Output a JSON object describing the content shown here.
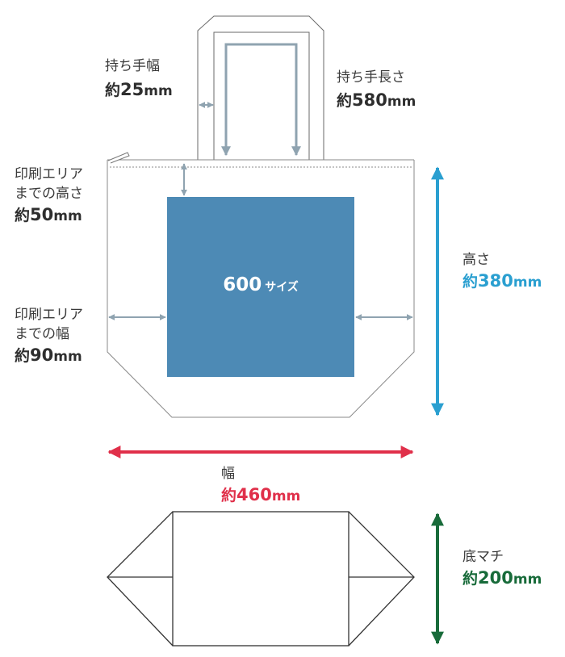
{
  "print_area": {
    "size_number": "600",
    "size_unit": "サイズ",
    "color": "#4d8ab5"
  },
  "handle_width": {
    "label": "持ち手幅",
    "approx": "約",
    "value": "25",
    "unit": "mm"
  },
  "handle_length": {
    "label": "持ち手長さ",
    "approx": "約",
    "value": "580",
    "unit": "mm"
  },
  "print_top": {
    "label_line1": "印刷エリア",
    "label_line2": "までの高さ",
    "approx": "約",
    "value": "50",
    "unit": "mm"
  },
  "print_side": {
    "label_line1": "印刷エリア",
    "label_line2": "までの幅",
    "approx": "約",
    "value": "90",
    "unit": "mm"
  },
  "height": {
    "label": "高さ",
    "approx": "約",
    "value": "380",
    "unit": "mm",
    "color": "#2a9fd0"
  },
  "width": {
    "label": "幅",
    "approx": "約",
    "value": "460",
    "unit": "mm",
    "color": "#e0304a"
  },
  "gusset": {
    "label": "底マチ",
    "approx": "約",
    "value": "200",
    "unit": "mm",
    "color": "#186b3a"
  },
  "colors": {
    "outline": "#555555",
    "guide_arrow": "#8fa3b0",
    "text": "#3a3a3a"
  }
}
